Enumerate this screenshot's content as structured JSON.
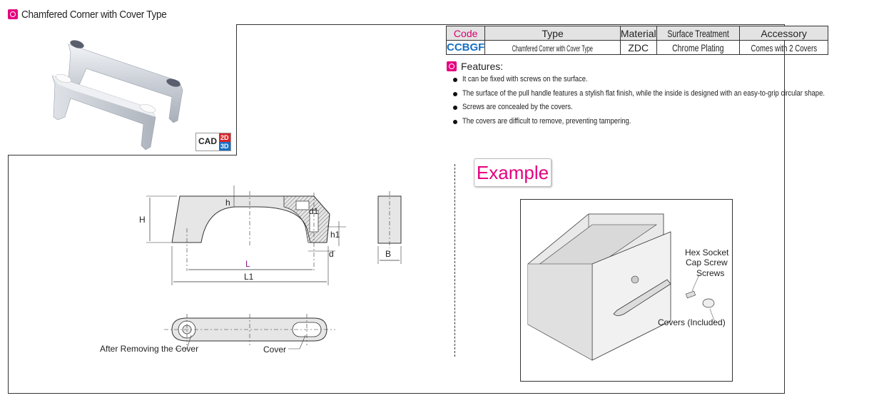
{
  "header": {
    "title": "Chamfered Corner with Cover Type"
  },
  "badge": {
    "cad": "CAD",
    "d2": "2D",
    "d3": "3D"
  },
  "spec_table": {
    "headers": [
      "Code",
      "Type",
      "Material",
      "Surface Treatment",
      "Accessory"
    ],
    "row": {
      "code": "CCBGF",
      "type": "Chamfered Corner with Cover Type",
      "material": "ZDC",
      "surface": "Chrome Plating",
      "accessory": "Comes with 2 Covers"
    }
  },
  "features": {
    "title": "Features:",
    "items": [
      "It can be fixed with screws on the surface.",
      "The surface of the pull handle features a stylish flat finish, while the inside is designed with an easy-to-grip circular shape.",
      "Screws are concealed by the covers.",
      "The covers are difficult to remove, preventing tampering."
    ]
  },
  "drawing": {
    "dims": {
      "H": "H",
      "h": "h",
      "d1": "d1",
      "h1": "h1",
      "d": "d",
      "L": "L",
      "L1": "L1",
      "B": "B"
    },
    "callouts": {
      "after_removing": "After Removing the Cover",
      "cover": "Cover"
    }
  },
  "example": {
    "title": "Example",
    "labels": {
      "hex_line1": "Hex Socket",
      "hex_line2": "Cap Screw",
      "screws": "Screws",
      "covers": "Covers (Included)"
    }
  },
  "colors": {
    "accent": "#e5007f",
    "code_blue": "#1670c4",
    "dim_L": "#8b1a8b"
  }
}
